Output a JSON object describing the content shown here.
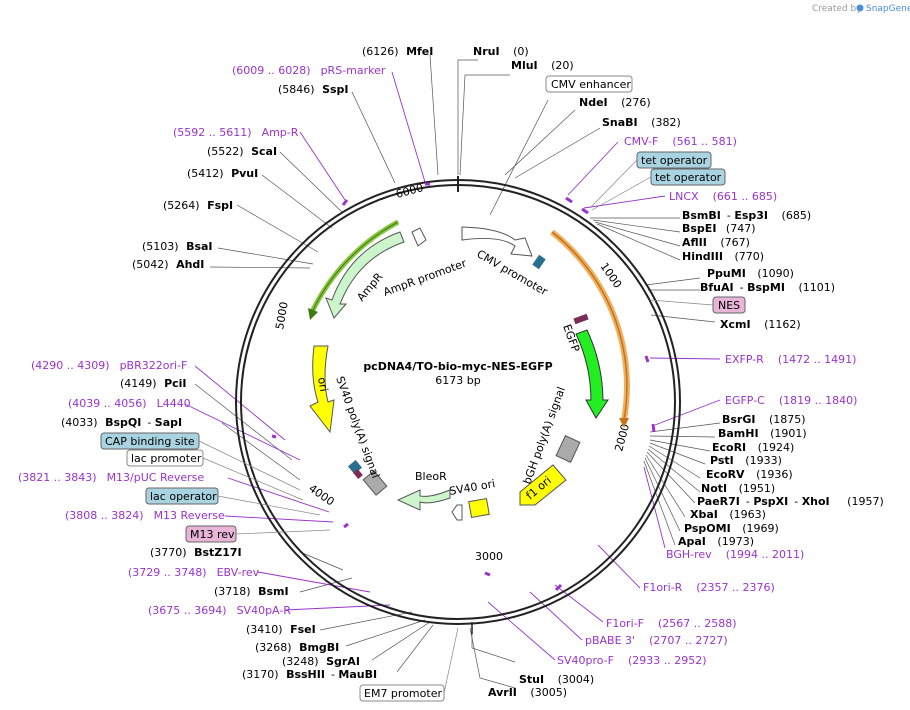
{
  "credit": {
    "text": "Created by",
    "brand": "SnapGene"
  },
  "plasmid": {
    "name": "pcDNA4/TO-bio-myc-NES-EGFP",
    "size": "6173 bp"
  },
  "scale_labels": [
    "1000",
    "2000",
    "3000",
    "4000",
    "5000",
    "6000"
  ],
  "features": {
    "cmv_promoter": "CMV promoter",
    "egfp": "EGFP",
    "bgh": "bGH poly(A) signal",
    "f1": "f1 ori",
    "sv40ori": "SV40 ori",
    "bleor": "BleoR",
    "sv40pa": "SV40 poly(A) signal",
    "ori": "ori",
    "ampr": "AmpR",
    "amprp": "AmpR promoter"
  },
  "boxed": {
    "cmv_enhancer": "CMV enhancer",
    "tet1": "tet operator",
    "tet2": "tet operator",
    "nes": "NES",
    "cap": "CAP binding site",
    "lacp": "lac promoter",
    "laco": "lac operator",
    "m13rev": "M13 rev",
    "em7": "EM7 promoter"
  },
  "sites": [
    {
      "name": "NruI",
      "pos": "(0)"
    },
    {
      "name": "MluI",
      "pos": "(20)"
    },
    {
      "name": "NdeI",
      "pos": "(276)"
    },
    {
      "name": "SnaBI",
      "pos": "(382)"
    },
    {
      "name": "BsmBI",
      "name2": "Esp3I",
      "pos": "(685)"
    },
    {
      "name": "BspEI",
      "pos": "(747)"
    },
    {
      "name": "AflII",
      "pos": "(767)"
    },
    {
      "name": "HindIII",
      "pos": "(770)"
    },
    {
      "name": "PpuMI",
      "pos": "(1090)"
    },
    {
      "name": "BfuAI",
      "name2": "BspMI",
      "pos": "(1101)"
    },
    {
      "name": "XcmI",
      "pos": "(1162)"
    },
    {
      "name": "BsrGI",
      "pos": "(1875)"
    },
    {
      "name": "BamHI",
      "pos": "(1901)"
    },
    {
      "name": "EcoRI",
      "pos": "(1924)"
    },
    {
      "name": "PstI",
      "pos": "(1933)"
    },
    {
      "name": "EcoRV",
      "pos": "(1936)"
    },
    {
      "name": "NotI",
      "pos": "(1951)"
    },
    {
      "name": "PaeR7I",
      "name2": "PspXI",
      "name3": "XhoI",
      "pos": "(1957)"
    },
    {
      "name": "XbaI",
      "pos": "(1963)"
    },
    {
      "name": "PspOMI",
      "pos": "(1969)"
    },
    {
      "name": "ApaI",
      "pos": "(1973)"
    },
    {
      "name": "StuI",
      "pos": "(3004)"
    },
    {
      "name": "AvrII",
      "pos": "(3005)"
    },
    {
      "name": "BssHII",
      "name2": "MauBI",
      "pos": "(3170)"
    },
    {
      "name": "SgrAI",
      "pos": "(3248)"
    },
    {
      "name": "BmgBI",
      "pos": "(3268)"
    },
    {
      "name": "FseI",
      "pos": "(3410)"
    },
    {
      "name": "BsmI",
      "pos": "(3718)"
    },
    {
      "name": "BstZ17I",
      "pos": "(3770)"
    },
    {
      "name": "BspQI",
      "name2": "SapI",
      "pos": "(4033)"
    },
    {
      "name": "PciI",
      "pos": "(4149)"
    },
    {
      "name": "AhdI",
      "pos": "(5042)"
    },
    {
      "name": "BsaI",
      "pos": "(5103)"
    },
    {
      "name": "FspI",
      "pos": "(5264)"
    },
    {
      "name": "PvuI",
      "pos": "(5412)"
    },
    {
      "name": "ScaI",
      "pos": "(5522)"
    },
    {
      "name": "SspI",
      "pos": "(5846)"
    },
    {
      "name": "MfeI",
      "pos": "(6126)"
    }
  ],
  "primers": [
    {
      "name": "CMV-F",
      "range": "(561 .. 581)"
    },
    {
      "name": "LNCX",
      "range": "(661 .. 685)"
    },
    {
      "name": "EXFP-R",
      "range": "(1472 .. 1491)"
    },
    {
      "name": "EGFP-C",
      "range": "(1819 .. 1840)"
    },
    {
      "name": "BGH-rev",
      "range": "(1994 .. 2011)"
    },
    {
      "name": "F1ori-R",
      "range": "(2357 .. 2376)"
    },
    {
      "name": "F1ori-F",
      "range": "(2567 .. 2588)"
    },
    {
      "name": "pBABE 3'",
      "range": "(2707 .. 2727)"
    },
    {
      "name": "SV40pro-F",
      "range": "(2933 .. 2952)"
    },
    {
      "name": "SV40pA-R",
      "range": "(3675 .. 3694)"
    },
    {
      "name": "EBV-rev",
      "range": "(3729 .. 3748)"
    },
    {
      "name": "M13 Reverse",
      "range": "(3808 .. 3824)"
    },
    {
      "name": "M13/pUC Reverse",
      "range": "(3821 .. 3843)"
    },
    {
      "name": "L4440",
      "range": "(4039 .. 4056)"
    },
    {
      "name": "pBR322ori-F",
      "range": "(4290 .. 4309)"
    },
    {
      "name": "Amp-R",
      "range": "(5592 .. 5611)"
    },
    {
      "name": "pRS-marker",
      "range": "(6009 .. 6028)"
    }
  ]
}
